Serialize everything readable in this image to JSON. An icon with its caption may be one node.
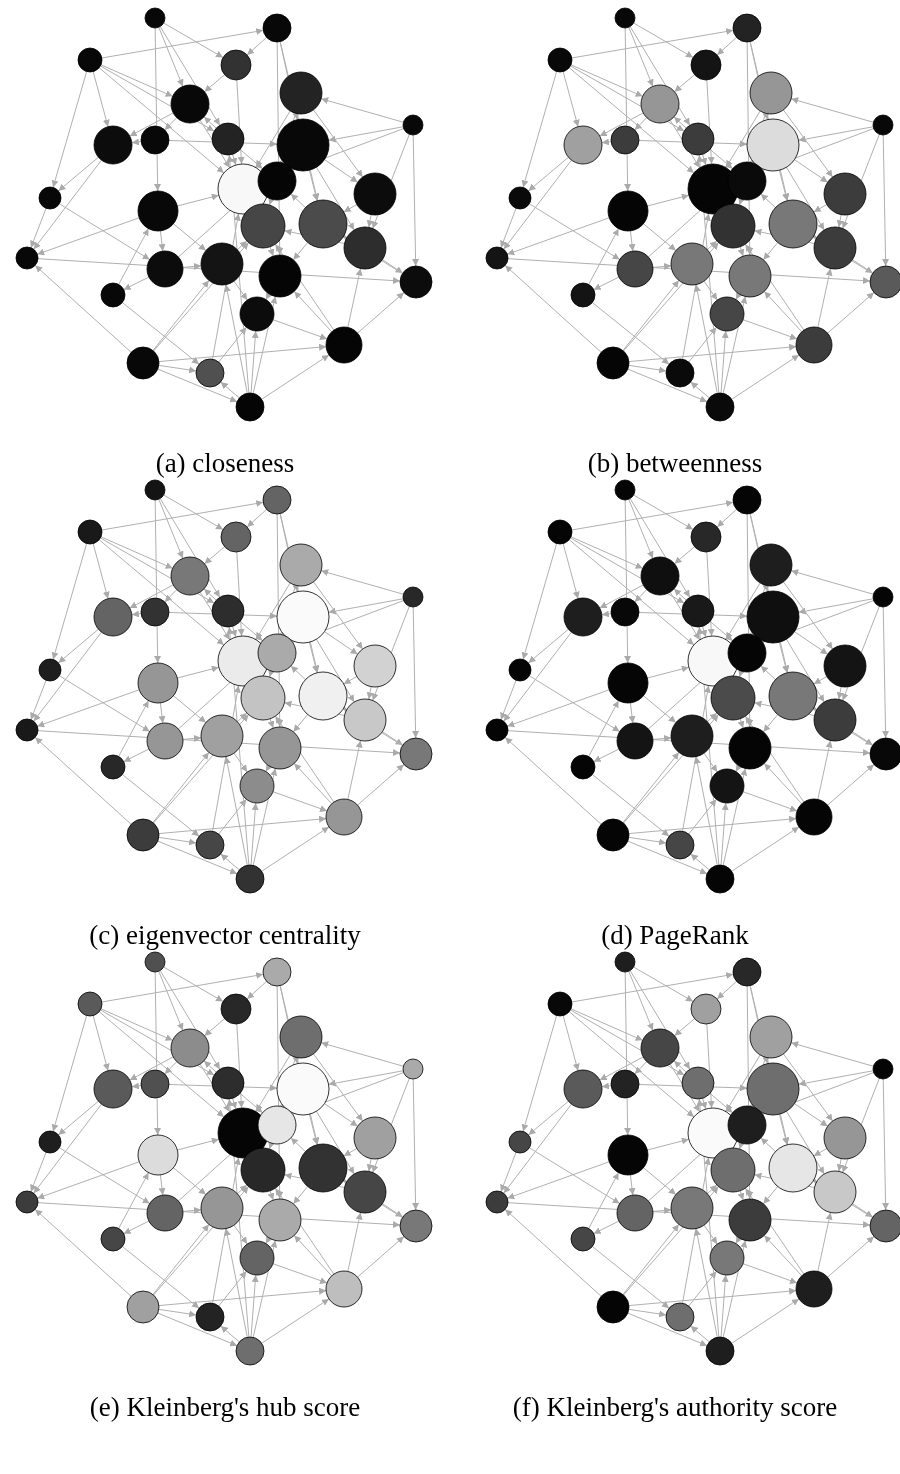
{
  "diagram": {
    "labels": [
      "(a) closeness",
      "(b) betweenness",
      "(c) eigenvector centrality",
      "(d) PageRank",
      "(e) Kleinberg's hub score",
      "(f) Kleinberg's authority score"
    ]
  }
}
